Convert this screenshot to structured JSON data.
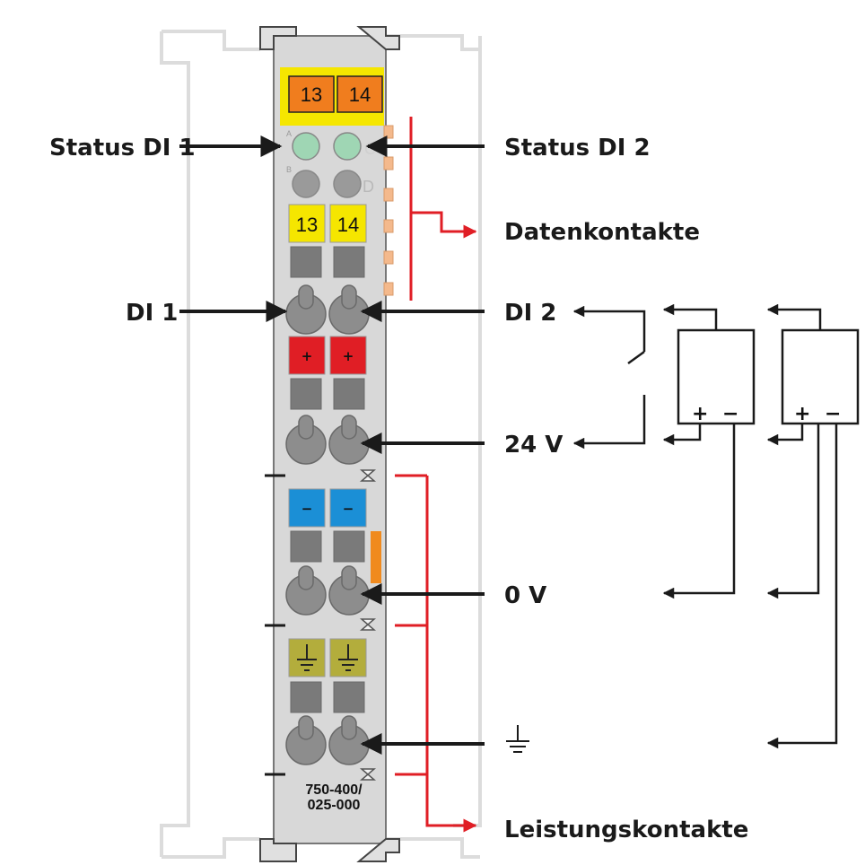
{
  "labels": {
    "status_di1": "Status DI 1",
    "status_di2": "Status DI 2",
    "datenkontakte": "Datenkontakte",
    "di1": "DI 1",
    "di2": "DI 2",
    "v24": "24 V",
    "v0": "0 V",
    "leistungskontakte": "Leistungskontakte"
  },
  "module": {
    "top_terminal_left": "13",
    "top_terminal_right": "14",
    "marker_left": "13",
    "marker_right": "14",
    "plus_left": "+",
    "plus_right": "+",
    "minus_left": "−",
    "minus_right": "−",
    "led_letter_a": "A",
    "led_letter_b": "B",
    "led_letter_c": "C",
    "led_letter_d": "D",
    "part_number_line1": "750-400/",
    "part_number_line2": "025-000"
  },
  "wiring": {
    "sensor1_plus": "+",
    "sensor1_minus": "−",
    "sensor2_plus": "+",
    "sensor2_minus": "−"
  },
  "colors": {
    "yellow": "#f5e600",
    "orange": "#f07d1e",
    "led_green": "#9fd6b4",
    "led_grey": "#9a9a9a",
    "red": "#e01e25",
    "blue": "#1b8fd6",
    "earth": "#b3ad3c",
    "housing": "#d8d8d8",
    "arrow": "#1a1a1a"
  }
}
